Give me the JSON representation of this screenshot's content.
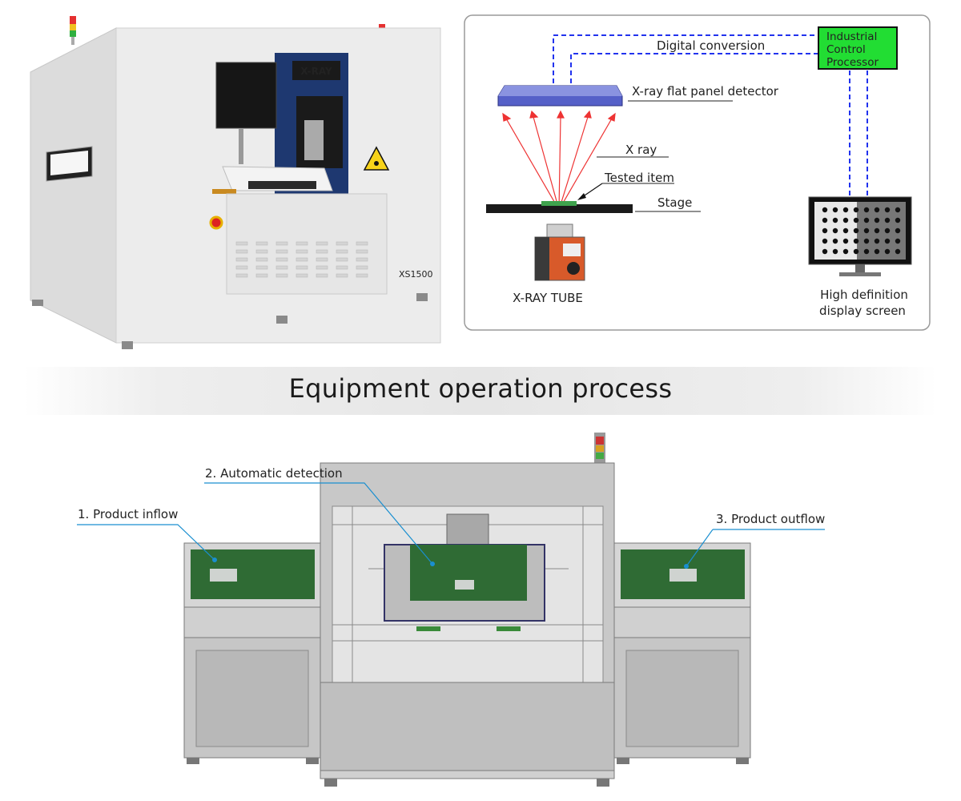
{
  "product_photo": {
    "brand_badge": "X-RAY",
    "model": "XS1500"
  },
  "diagram": {
    "processor": [
      "Industrial",
      "Control",
      "Processor"
    ],
    "digital_conversion": "Digital conversion",
    "detector": "X-ray flat panel detector",
    "x_ray": "X ray",
    "tested_item": "Tested item",
    "stage": "Stage",
    "tube": "X-RAY TUBE",
    "screen": [
      "High definition",
      "display screen"
    ]
  },
  "banner": {
    "title": "Equipment operation process"
  },
  "process": {
    "step1": "1. Product inflow",
    "step2": "2. Automatic detection",
    "step3": "3. Product outflow"
  },
  "colors": {
    "processor_fill": "#22dd33",
    "dash_blue": "#2233ee",
    "ray_red": "#ee3333",
    "pcb_green": "#2f6b34"
  }
}
